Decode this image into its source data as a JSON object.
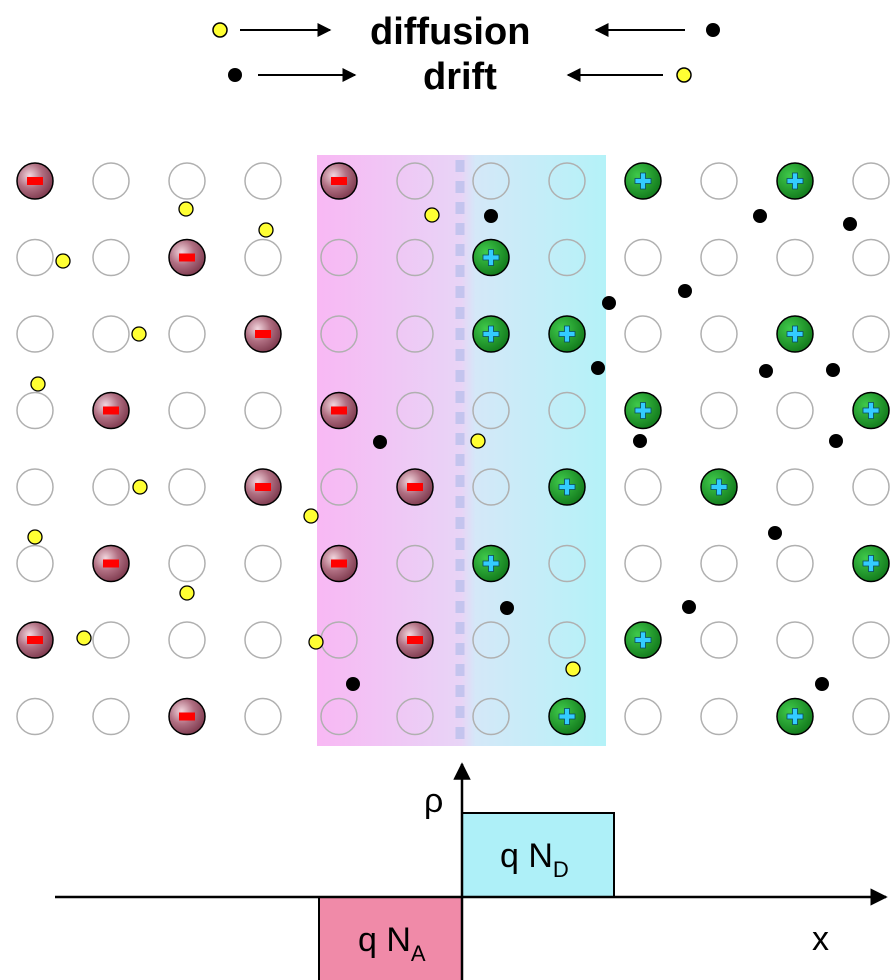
{
  "legend": {
    "diffusion_label": "diffusion",
    "drift_label": "drift"
  },
  "plot": {
    "y_axis_label": "ρ",
    "x_axis_label": "x",
    "donor_box_label": "q N",
    "donor_box_subscript": "D",
    "acceptor_box_label": "q N",
    "acceptor_box_subscript": "A"
  },
  "colors": {
    "acceptor_ion": "#a05a6e",
    "donor_ion": "#1f9a2a",
    "hole": "#ffff33",
    "electron": "#000000",
    "depletion_p_side": "#f4b4f0",
    "depletion_n_side": "#b8f2f8",
    "junction_line": "#c8c8f0",
    "donor_box": "#aef0f8",
    "acceptor_box": "#f08aa8"
  },
  "lattice": {
    "columns": 12,
    "rows": 8,
    "acceptor_ions": [
      [
        0,
        0
      ],
      [
        4,
        0
      ],
      [
        2,
        1
      ],
      [
        3,
        2
      ],
      [
        1,
        3
      ],
      [
        4,
        3
      ],
      [
        3,
        4
      ],
      [
        5,
        4
      ],
      [
        1,
        5
      ],
      [
        4,
        5
      ],
      [
        0,
        6
      ],
      [
        5,
        6
      ],
      [
        2,
        7
      ]
    ],
    "donor_ions": [
      [
        8,
        0
      ],
      [
        10,
        0
      ],
      [
        6,
        1
      ],
      [
        6,
        2
      ],
      [
        7,
        2
      ],
      [
        10,
        2
      ],
      [
        8,
        3
      ],
      [
        11,
        3
      ],
      [
        7,
        4
      ],
      [
        9,
        4
      ],
      [
        6,
        5
      ],
      [
        11,
        5
      ],
      [
        8,
        6
      ],
      [
        7,
        7
      ],
      [
        10,
        7
      ]
    ]
  },
  "carriers": {
    "holes": [
      [
        186,
        209
      ],
      [
        266,
        230
      ],
      [
        432,
        215
      ],
      [
        63,
        261
      ],
      [
        139,
        334
      ],
      [
        38,
        384
      ],
      [
        478,
        441
      ],
      [
        140,
        487
      ],
      [
        311,
        516
      ],
      [
        35,
        537
      ],
      [
        187,
        593
      ],
      [
        84,
        638
      ],
      [
        316,
        642
      ],
      [
        573,
        669
      ]
    ],
    "electrons": [
      [
        491,
        216
      ],
      [
        760,
        216
      ],
      [
        850,
        224
      ],
      [
        685,
        291
      ],
      [
        609,
        303
      ],
      [
        598,
        368
      ],
      [
        766,
        371
      ],
      [
        833,
        370
      ],
      [
        380,
        442
      ],
      [
        640,
        441
      ],
      [
        836,
        441
      ],
      [
        775,
        533
      ],
      [
        507,
        608
      ],
      [
        689,
        607
      ],
      [
        353,
        684
      ],
      [
        822,
        684
      ]
    ]
  }
}
